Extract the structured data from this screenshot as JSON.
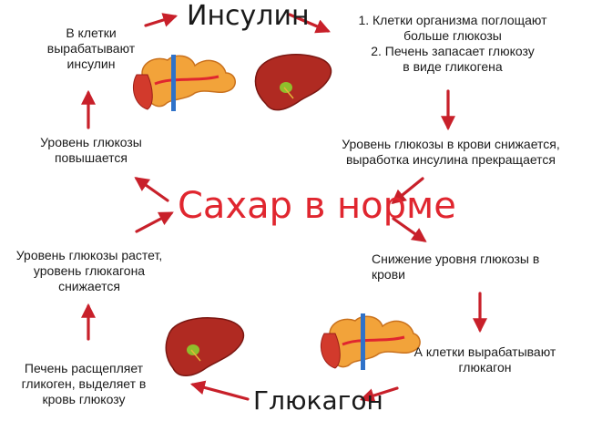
{
  "center": "Сахар в норме",
  "insulin": "Инсулин",
  "glucagon": "Глюкагон",
  "top_left": [
    "В клетки",
    "вырабатывают",
    "инсулин"
  ],
  "left_up": [
    "Уровень глюкозы",
    "повышается"
  ],
  "top_right": [
    "1. Клетки организма поглощают",
    "больше глюкозы",
    "2. Печень запасает глюкозу",
    "в виде гликогена"
  ],
  "right_mid": [
    "Уровень глюкозы в крови снижается,",
    "выработка инсулина прекращается"
  ],
  "right_low": [
    "Снижение уровня глюкозы в",
    "крови"
  ],
  "bottom_right": [
    "А клетки вырабатывают",
    "глюкагон"
  ],
  "left_low": [
    "Уровень глюкозы растет,",
    "уровень глюкагона",
    "снижается"
  ],
  "bottom_left": [
    "Печень расщепляет",
    "гликоген, выделяет в",
    "кровь глюкозу"
  ],
  "colors": {
    "arrow": "#c8202a",
    "center_text": "#e0262f",
    "liver": "#b02a22",
    "pancreas": "#f2a33a"
  }
}
